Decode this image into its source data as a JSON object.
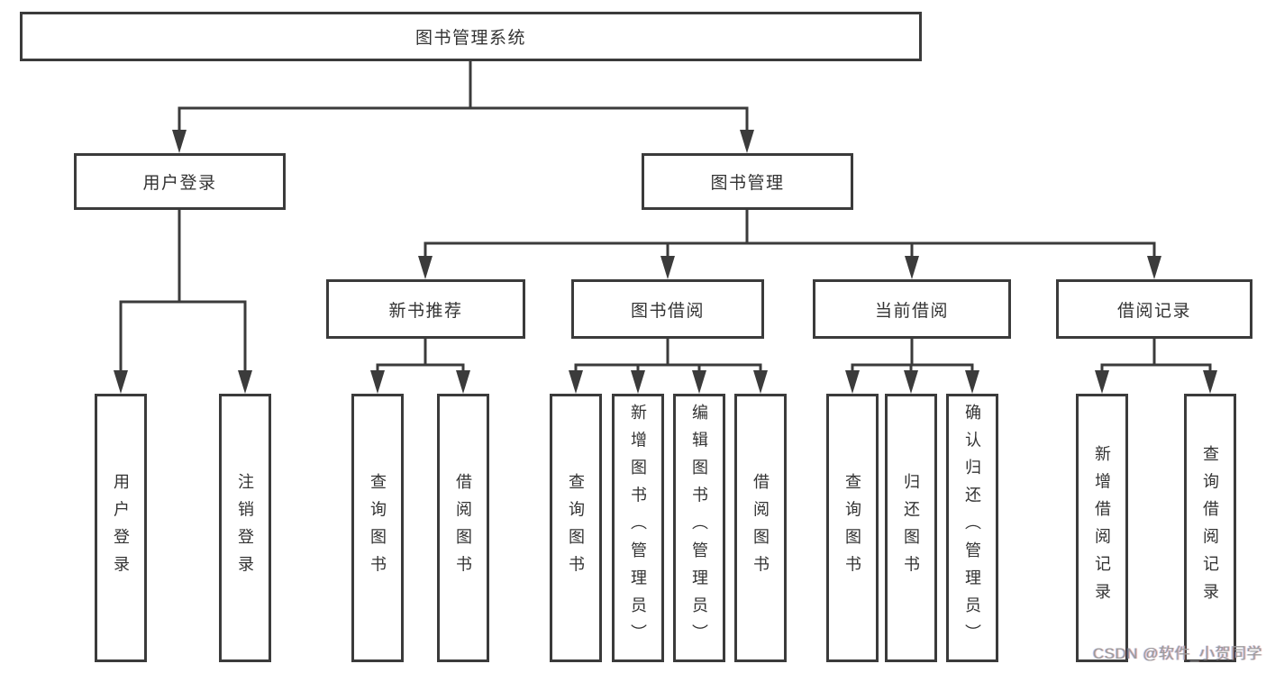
{
  "diagram": {
    "root": {
      "id": "root",
      "label": "图书管理系统"
    },
    "level2": [
      {
        "id": "user-login",
        "label": "用户登录"
      },
      {
        "id": "book-management",
        "label": "图书管理"
      }
    ],
    "level3": [
      {
        "id": "new-book-recommend",
        "label": "新书推荐"
      },
      {
        "id": "book-borrowing",
        "label": "图书借阅"
      },
      {
        "id": "current-borrowing",
        "label": "当前借阅"
      },
      {
        "id": "borrowing-records",
        "label": "借阅记录"
      }
    ],
    "level4": [
      {
        "id": "user-login-leaf",
        "label": "用户登录"
      },
      {
        "id": "logout-leaf",
        "label": "注销登录"
      },
      {
        "id": "query-books-1",
        "label": "查询图书"
      },
      {
        "id": "borrow-books-1",
        "label": "借阅图书"
      },
      {
        "id": "query-books-2",
        "label": "查询图书"
      },
      {
        "id": "add-books-admin",
        "label": "新增图书（管理员）"
      },
      {
        "id": "edit-books-admin",
        "label": "编辑图书（管理员）"
      },
      {
        "id": "borrow-books-2",
        "label": "借阅图书"
      },
      {
        "id": "query-books-3",
        "label": "查询图书"
      },
      {
        "id": "return-books",
        "label": "归还图书"
      },
      {
        "id": "confirm-return-admin",
        "label": "确认归还（管理员）"
      },
      {
        "id": "add-borrow-record",
        "label": "新增借阅记录"
      },
      {
        "id": "query-borrow-record",
        "label": "查询借阅记录"
      }
    ],
    "watermark": "CSDN @软件_小贺同学",
    "colors": {
      "line": "#3b3b3b",
      "box_border": "#3b3b3b",
      "text": "#333333",
      "background": "#ffffff",
      "watermark": "#9b9b9b"
    }
  }
}
